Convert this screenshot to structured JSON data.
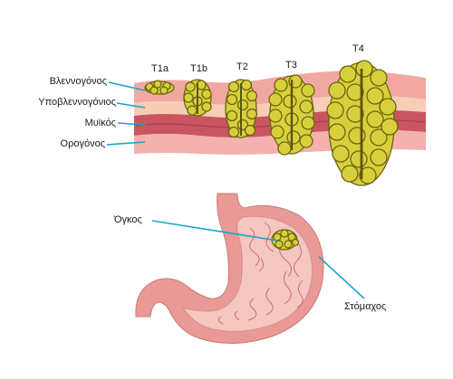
{
  "layers": {
    "mucosa": "Βλεννογόνος",
    "submucosa": "Υποβλεννογόνιος",
    "muscle": "Μυϊκός",
    "serosa": "Ορογόνος"
  },
  "stages": [
    "T1a",
    "T1b",
    "T2",
    "T3",
    "T4"
  ],
  "stomach": {
    "tumor_label": "Όγκος",
    "stomach_label": "Στόμαχος"
  },
  "colors": {
    "leader_line": "#1aa3c8",
    "mucosa": "#f2a8a2",
    "submucosa": "#f7cdb6",
    "muscle": "#c85560",
    "serosa": "#f4b1ae",
    "tumor_fill": "#d8cf3c",
    "tumor_stroke": "#6a6511",
    "stomach_wall": "#e99a96",
    "stomach_inner": "#f6c6c0"
  }
}
